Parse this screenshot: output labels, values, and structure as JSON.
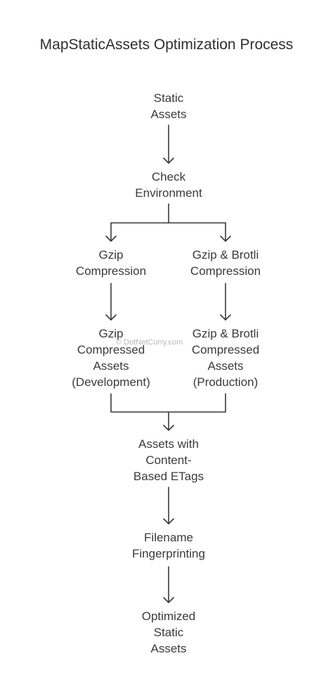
{
  "title": "MapStaticAssets Optimization Process",
  "watermark": "© DotNetCurry.com",
  "nodes": {
    "static_assets": [
      "Static",
      "Assets"
    ],
    "check_environment": [
      "Check",
      "Environment"
    ],
    "gzip_compression": [
      "Gzip",
      "Compression"
    ],
    "gzip_brotli_compression": [
      "Gzip & Brotli",
      "Compression"
    ],
    "gzip_compressed_assets": [
      "Gzip",
      "Compressed",
      "Assets",
      "(Development)"
    ],
    "gzip_brotli_compressed_assets": [
      "Gzip & Brotli",
      "Compressed",
      "Assets",
      "(Production)"
    ],
    "assets_with_etags": [
      "Assets with",
      "Content-",
      "Based ETags"
    ],
    "filename_fingerprinting": [
      "Filename",
      "Fingerprinting"
    ],
    "optimized_static_assets": [
      "Optimized",
      "Static",
      "Assets"
    ]
  },
  "colors": {
    "line": "#3a3a3a",
    "text": "#3a3a3a"
  }
}
